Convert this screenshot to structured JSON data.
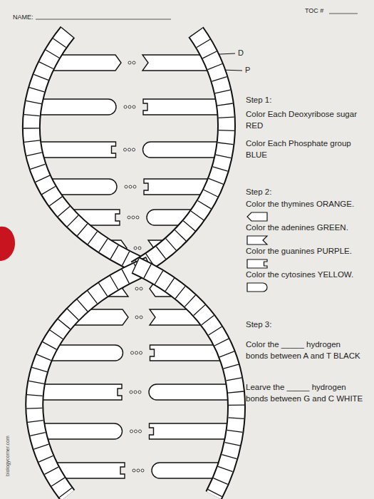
{
  "diagram": {
    "labels": [
      "NAME:",
      "TOC #",
      "D",
      "P",
      "Step 1:",
      "Color Each Deoxyribose sugar RED",
      "Color Each Phosphate group BLUE",
      "Step 2:",
      "Step 3:",
      "Color the _____ hydrogen bonds between A and T BLACK",
      "Learve the _____ hydrogen bonds between G and C WHITE",
      "biologycorner.com"
    ],
    "legend": [
      {
        "text": "Color the thymines ORANGE."
      },
      {
        "text": "Color the adenines GREEN."
      },
      {
        "text": "Color the guanines PURPLE."
      },
      {
        "text": "Color the cytosines YELLOW."
      }
    ]
  }
}
